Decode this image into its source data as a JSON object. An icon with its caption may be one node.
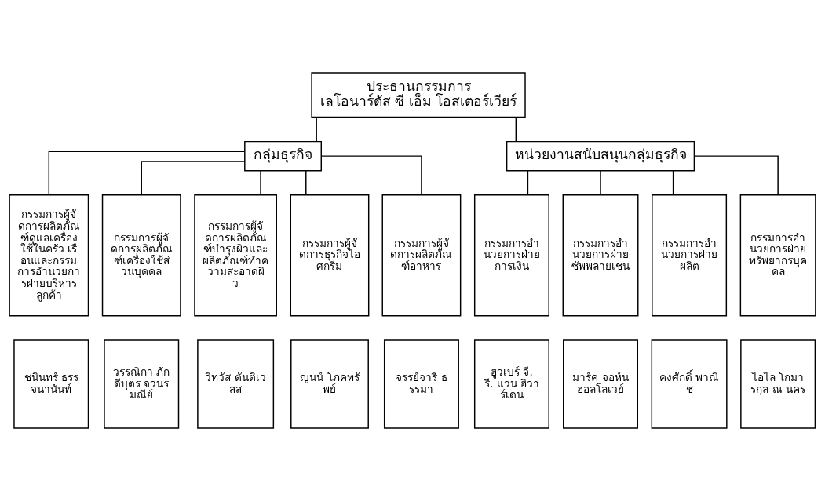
{
  "diagram": {
    "nodes": [
      {
        "text": [
          "ประธานกรรมการ",
          "เลโอนาร์ดัส ซี เอ็ม โอสเตอร์เวียร์"
        ]
      },
      {
        "text": [
          "กลุ่มธุรกิจ"
        ]
      },
      {
        "text": [
          "หน่วยงานสนับสนุนกลุ่มธุรกิจ"
        ]
      },
      {
        "text": [
          "กรรมการผู้จัดการผลิตภัณฑ์ดูแลเครื่องใช้ในครัว เรือนและกรรมการอำนวยการฝ่ายบริหารลูกค้า"
        ]
      },
      {
        "text": [
          "กรรมการผู้จัดการผลิตภัณฑ์เครื่องใช้ส่วนบุคคล"
        ]
      },
      {
        "text": [
          "กรรมการผู้จัดการผลิตภัณฑ์บำรุงผิวและผลิตภัณฑ์ทำความสะอาดผิว"
        ]
      },
      {
        "text": [
          "กรรมการผู้จัดการธุรกิจไอศกรีม"
        ]
      },
      {
        "text": [
          "กรรมการผู้จัดการผลิตภัณฑ์อาหาร"
        ]
      },
      {
        "text": [
          "กรรมการอำนวยการฝ่ายการเงิน"
        ]
      },
      {
        "text": [
          "กรรมการอำนวยการฝ่ายซัพพลายเชน"
        ]
      },
      {
        "text": [
          "กรรมการอำนวยการฝ่ายผลิต"
        ]
      },
      {
        "text": [
          "กรรมการอำนวยการฝ่ายทรัพยากรบุคคล"
        ]
      },
      {
        "text": [
          "ชนินทร์ ธรรจนานันท์"
        ]
      },
      {
        "text": [
          "วรรณิกา ภักดีบุตร จวนรมณีย์"
        ]
      },
      {
        "text": [
          "วิทวัส ตันติเวสส"
        ]
      },
      {
        "text": [
          "ญนน์ โภคทรัพย์"
        ]
      },
      {
        "text": [
          "จรรย์จารี ธรรมา"
        ]
      },
      {
        "text": [
          "ฮูวเบร์ จี. รี. แวน ฮิวาร์เดน"
        ]
      },
      {
        "text": [
          "มาร์ค จอห์น ฮอลโลเวย์"
        ]
      },
      {
        "text": [
          "คงศักดิ์ พาณิช"
        ]
      },
      {
        "text": [
          "ไอไล โกมารกุล ณ นคร"
        ]
      }
    ],
    "edges": [
      {
        "from": 0,
        "to": 1,
        "arrow": "none"
      },
      {
        "from": 0,
        "to": 2,
        "arrow": "none"
      },
      {
        "from": 1,
        "to": 3,
        "arrow": "none"
      },
      {
        "from": 1,
        "to": 4,
        "arrow": "none"
      },
      {
        "from": 1,
        "to": 5,
        "arrow": "none"
      },
      {
        "from": 1,
        "to": 6,
        "arrow": "none"
      },
      {
        "from": 1,
        "to": 7,
        "arrow": "none"
      },
      {
        "from": 2,
        "to": 8,
        "arrow": "none"
      },
      {
        "from": 2,
        "to": 9,
        "arrow": "none"
      },
      {
        "from": 2,
        "to": 10,
        "arrow": "none"
      },
      {
        "from": 2,
        "to": 11,
        "arrow": "none"
      }
    ]
  }
}
